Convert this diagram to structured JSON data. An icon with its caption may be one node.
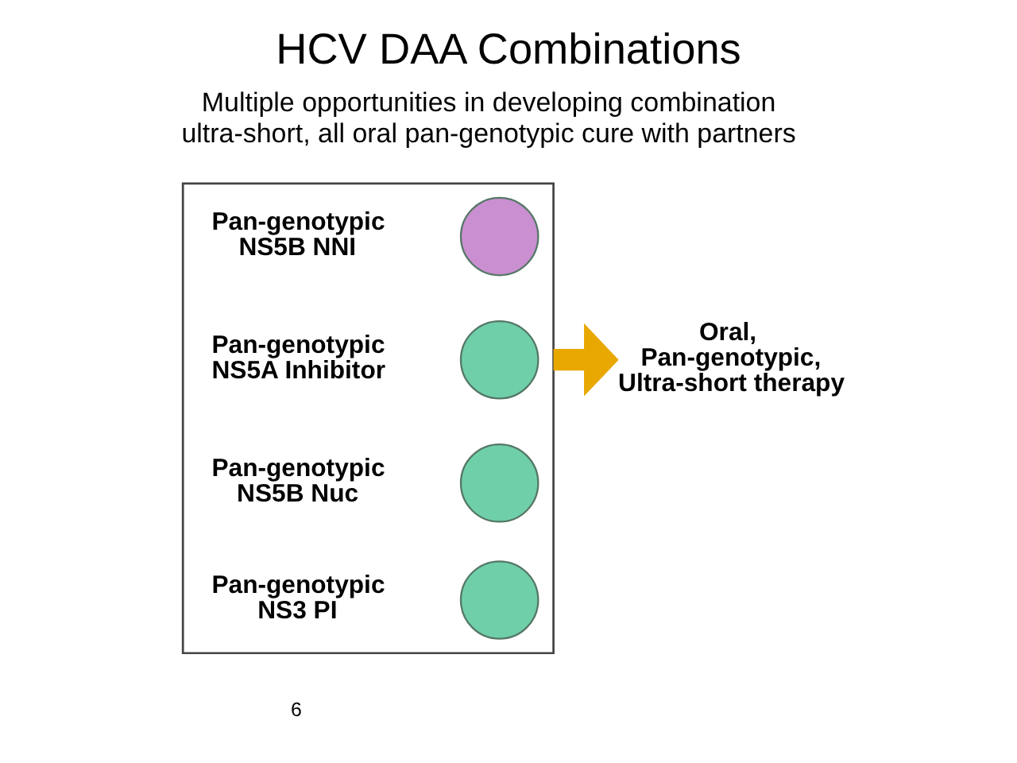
{
  "diagram": {
    "title": "HCV DAA Combinations",
    "nodes": [
      {
        "text": [],
        "shape": "box"
      },
      {
        "text": [
          "Pan-genotypic NS5B NNI"
        ],
        "in": 0
      },
      {
        "text": [],
        "shape": "circle",
        "in": 0
      },
      {
        "text": [
          "Pan-genotypic NS5A Inhibitor"
        ],
        "in": 0
      },
      {
        "text": [],
        "shape": "circle",
        "in": 0
      },
      {
        "text": [
          "Pan-genotypic NS5B Nuc"
        ],
        "in": 0
      },
      {
        "text": [],
        "shape": "circle",
        "in": 0
      },
      {
        "text": [
          "Pan-genotypic NS3 PI"
        ],
        "in": 0
      },
      {
        "text": [],
        "shape": "circle",
        "in": 0
      },
      {
        "text": [
          "Oral, Pan-genotypic, Ultra-short therapy"
        ]
      }
    ],
    "edges": [
      {
        "from": 0,
        "to": 9,
        "arrow": "to",
        "color": "#e8a800"
      }
    ],
    "labels": [
      "Multiple opportunities in developing combination ultra-short, all oral pan-genotypic cure with partners",
      "6"
    ]
  }
}
